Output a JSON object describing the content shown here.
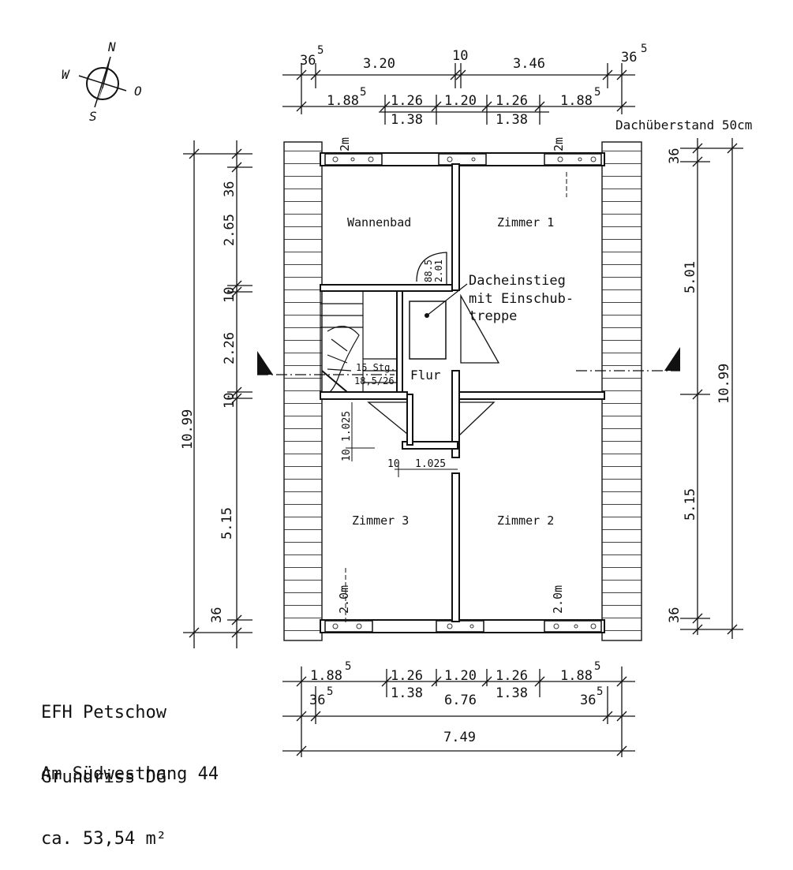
{
  "compass": {
    "n": "N",
    "w": "W",
    "o": "O",
    "s": "S"
  },
  "top_dims": {
    "row1": [
      "36",
      "3.20",
      "10",
      "3.46",
      "36"
    ],
    "sup5": "5",
    "row2": [
      "1.88",
      "1.26",
      "1.20",
      "1.26",
      "1.88"
    ],
    "row3": [
      "1.38",
      "1.38"
    ]
  },
  "overhang": "Dachüberstand 50cm",
  "rooms": {
    "wannenbad": "Wannenbad",
    "zimmer1": "Zimmer 1",
    "zimmer2": "Zimmer 2",
    "zimmer3": "Zimmer 3",
    "flur": "Flur"
  },
  "hatch": [
    "Dacheinstieg",
    "mit Einschub-",
    "treppe"
  ],
  "stairs": [
    "15 Stg.",
    "18,5/26"
  ],
  "door_small": [
    "88.5",
    "2.01"
  ],
  "window_labels": [
    "2m",
    "2m",
    "2.0m",
    "2.0m"
  ],
  "left_dims": [
    "36",
    "2.65",
    "10",
    "2.26",
    "10",
    "5.15",
    "36",
    "10.99"
  ],
  "right_dims": [
    "36",
    "5.01",
    "5.15",
    "36",
    "10.99"
  ],
  "inner_dims": [
    "1.025",
    "10",
    "10",
    "1.025"
  ],
  "bottom_dims": {
    "row1": [
      "1.88",
      "1.26",
      "1.20",
      "1.26",
      "1.88"
    ],
    "row2": [
      "36",
      "1.38",
      "6.76",
      "1.38",
      "36"
    ],
    "row3": [
      "7.49"
    ]
  },
  "caption": {
    "line1": "EFH Petschow",
    "line2": "Am Südwesthang 44",
    "line3": "Grundriss DG",
    "line4": "ca. 53,54 m²"
  }
}
